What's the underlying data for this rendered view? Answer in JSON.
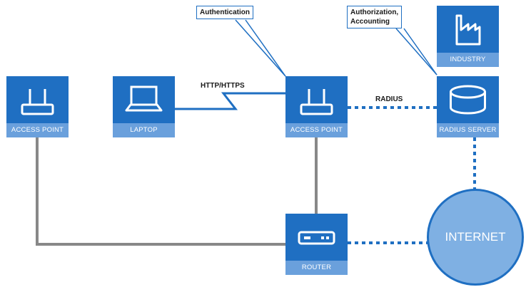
{
  "nodes": {
    "access_point_left": {
      "label": "ACCESS POINT",
      "icon": "wifi-router-icon"
    },
    "laptop": {
      "label": "LAPTOP",
      "icon": "laptop-icon"
    },
    "access_point_center": {
      "label": "ACCESS POINT",
      "icon": "wifi-router-icon"
    },
    "radius_server": {
      "label": "RADIUS SERVER",
      "icon": "database-icon"
    },
    "industry": {
      "label": "INDUSTRY",
      "icon": "factory-icon"
    },
    "router": {
      "label": "ROUTER",
      "icon": "router-icon"
    },
    "internet": {
      "label": "INTERNET"
    }
  },
  "edges": {
    "laptop_to_ap": {
      "label": "HTTP/HTTPS",
      "style": "zigzag"
    },
    "ap_to_radius": {
      "label": "RADIUS",
      "style": "dotted"
    },
    "radius_to_internet": {
      "label": "",
      "style": "dotted"
    },
    "router_to_internet": {
      "label": "",
      "style": "dotted"
    },
    "ap_center_to_router": {
      "label": "",
      "style": "solid"
    },
    "ap_left_to_router": {
      "label": "",
      "style": "solid"
    }
  },
  "callouts": {
    "authentication": "Authentication",
    "authorization_line1": "Authorization,",
    "authorization_line2": "Accounting"
  },
  "colors": {
    "tile": "#1f6fc2",
    "tile_label": "#6aa0dc",
    "internet_fill": "#7fb0e3",
    "solid_line": "#888888",
    "dotted_line": "#1f6fc2"
  }
}
